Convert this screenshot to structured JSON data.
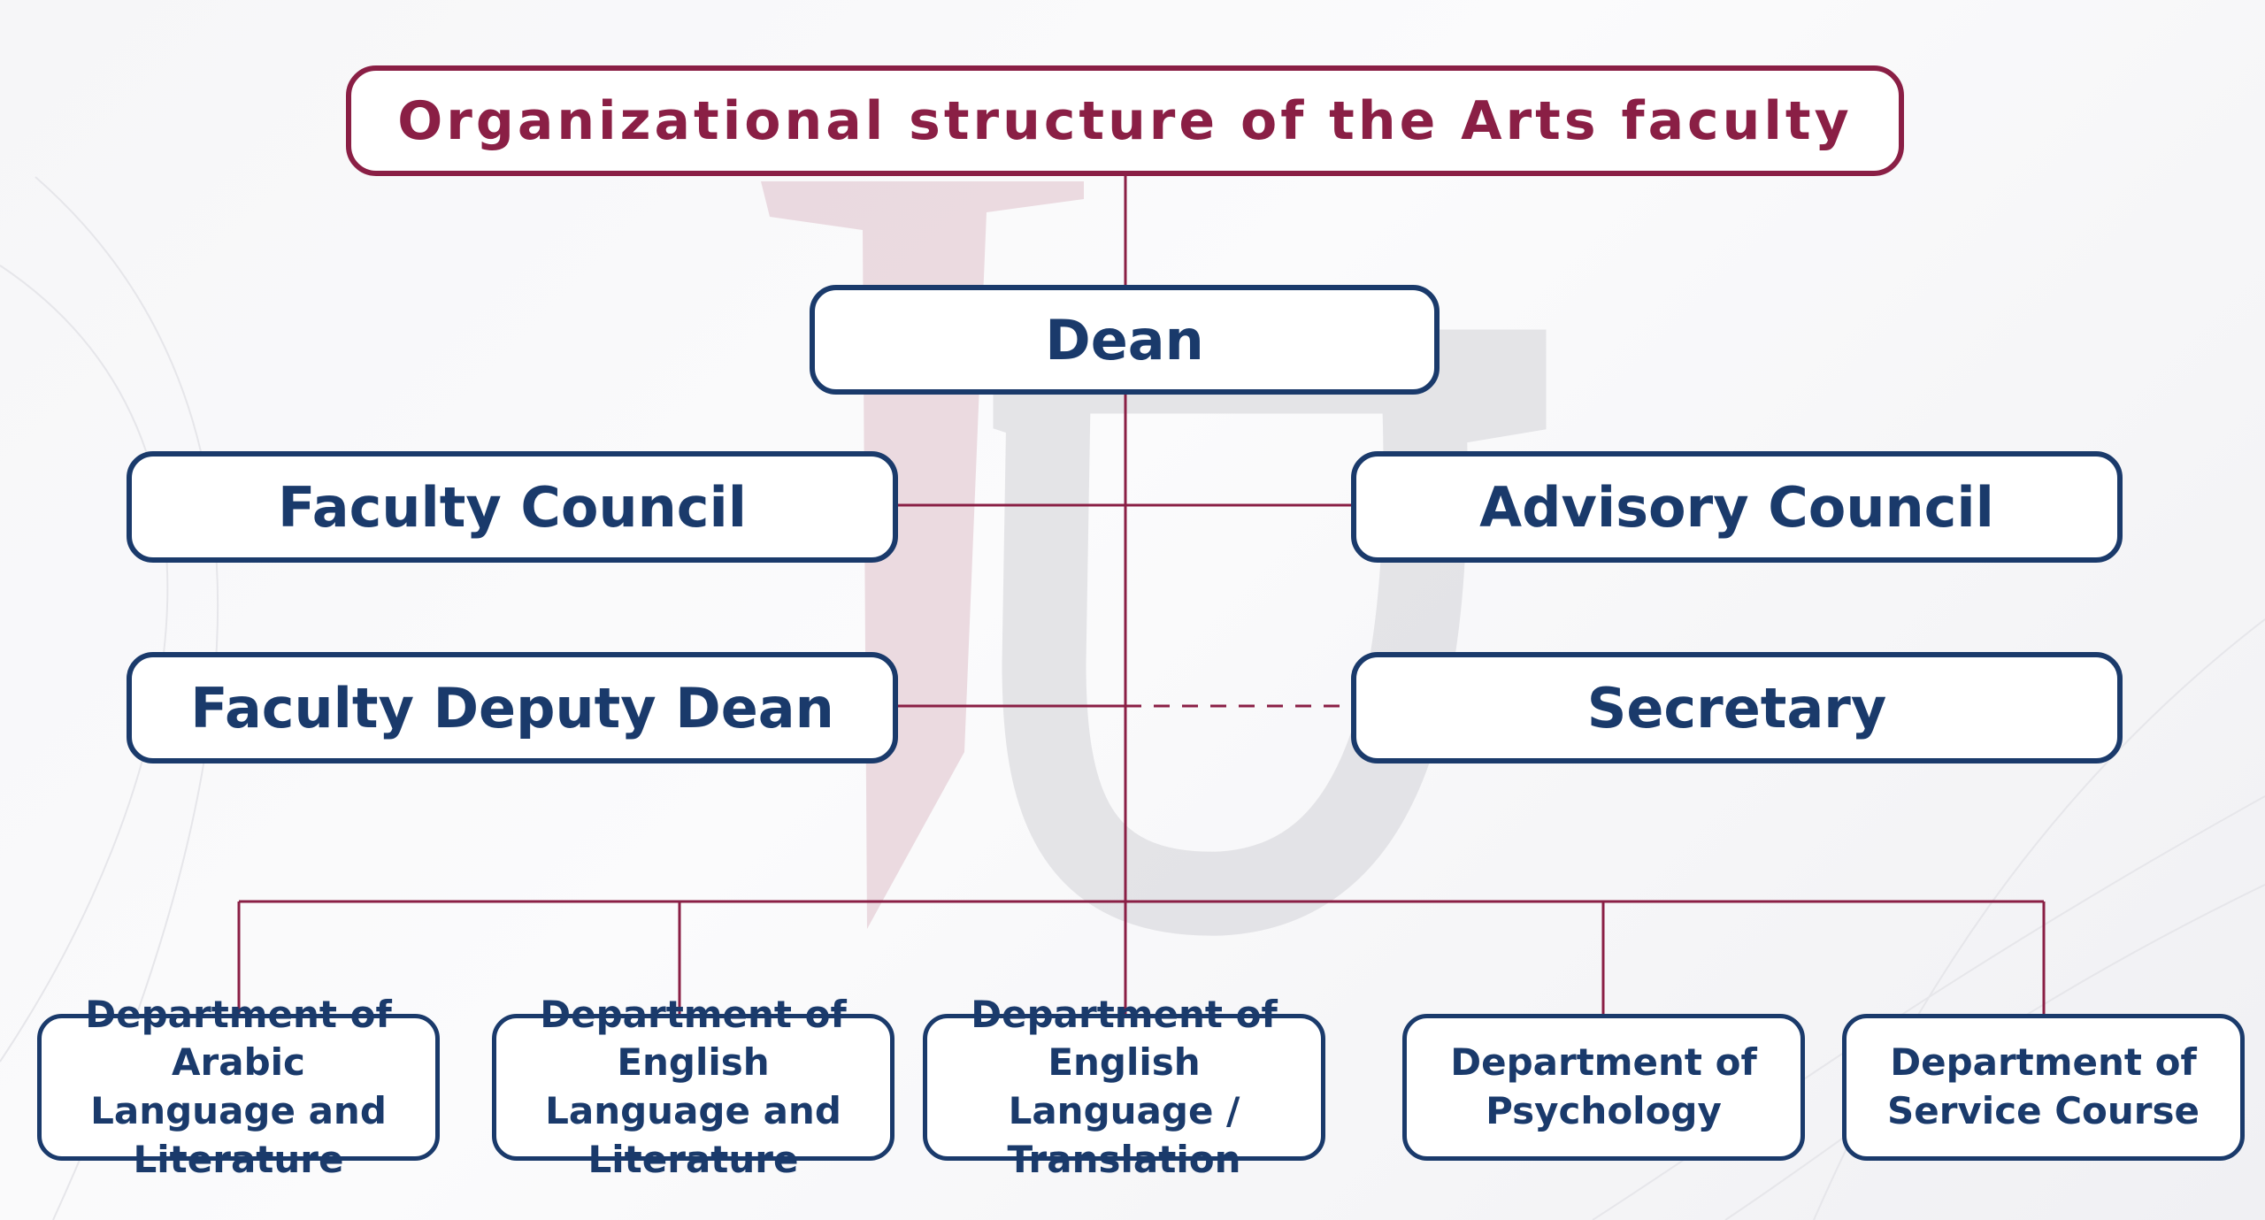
{
  "title": "Organizational structure of the Arts faculty",
  "colors": {
    "title_accent": "#8a1f45",
    "box_border": "#1a3a6b",
    "connector": "#8a1f45"
  },
  "nodes": {
    "dean": "Dean",
    "faculty_council": "Faculty Council",
    "advisory_council": "Advisory Council",
    "deputy_dean": "Faculty Deputy Dean",
    "secretary": "Secretary"
  },
  "departments": [
    {
      "label": "Department of Arabic\nLanguage and Literature"
    },
    {
      "label": "Department of English\nLanguage and Literature"
    },
    {
      "label": "Department of English\nLanguage / Translation"
    },
    {
      "label": "Department of\nPsychology"
    },
    {
      "label": "Department of\nService Course"
    }
  ]
}
